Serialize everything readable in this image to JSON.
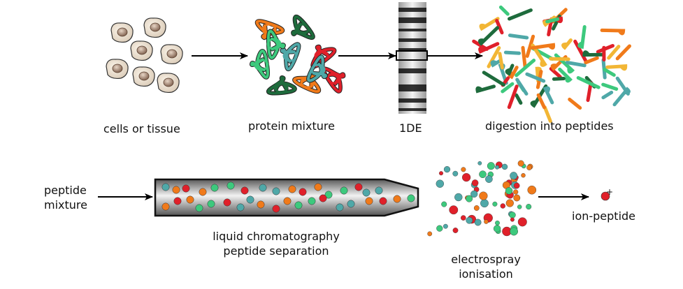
{
  "labels": {
    "cells": "cells or tissue",
    "protein": "protein mixture",
    "gel": "1DE",
    "digestion": "digestion into peptides",
    "peptide_line1": "peptide",
    "peptide_line2": "mixture",
    "lc_line1": "liquid chromatography",
    "lc_line2": "peptide separation",
    "esi_line1": "electrospray",
    "esi_line2": "ionisation",
    "ion": "ion-peptide",
    "charge": "+"
  },
  "colors": {
    "red": "#e0202a",
    "orange": "#f07a1a",
    "green": "#3dc97d",
    "teal": "#4fa8a8",
    "dark_green": "#1e6b3c",
    "yellow": "#f2b635",
    "arrow": "#000000"
  },
  "icons": [
    "cell-icon",
    "protein-blob-icon",
    "gel-lane-icon",
    "peptide-fragment-icon",
    "column-icon",
    "droplet-icon",
    "ion-icon"
  ]
}
